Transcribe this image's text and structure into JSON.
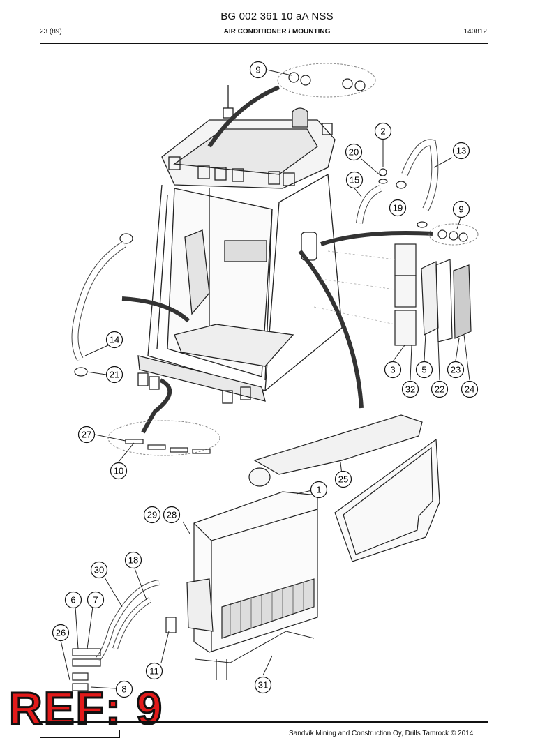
{
  "header": {
    "doc_title": "BG 002 361 10 aA NSS",
    "page": "23 (89)",
    "section": "AIR CONDITIONER / MOUNTING",
    "date": "140812"
  },
  "callouts": [
    "9",
    "2",
    "13",
    "20",
    "15",
    "19",
    "9",
    "14",
    "21",
    "3",
    "5",
    "23",
    "32",
    "22",
    "24",
    "27",
    "10",
    "25",
    "1",
    "29",
    "28",
    "18",
    "30",
    "6",
    "7",
    "26",
    "11",
    "8",
    "31"
  ],
  "ref_label": "REF: 9",
  "ref_color": "#e21a1a",
  "footer": {
    "copyright": "Sandvik Mining and Construction Oy, Drills Tamrock © 2014"
  }
}
